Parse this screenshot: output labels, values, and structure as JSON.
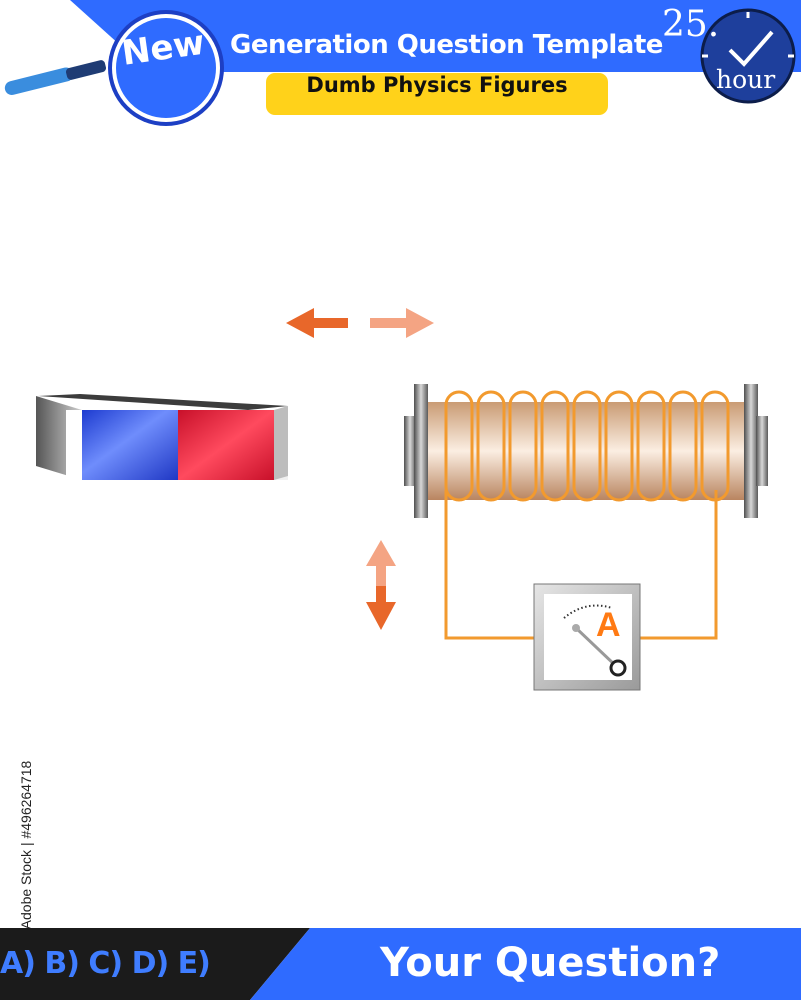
{
  "header": {
    "title": "Generation Question Template",
    "subtitle": "Dumb Physics Figures",
    "badge": "New",
    "clock_number": "25.",
    "clock_unit": "hour"
  },
  "watermark": "Adobe Stock | #496264718",
  "diagram": {
    "ammeter_label": "A",
    "magnet_colors": {
      "north": "#2a55e6",
      "south": "#e8283a"
    },
    "arrow_color": "#f07a3c",
    "wire_color": "#f29a2e"
  },
  "footer": {
    "options": "A) B) C) D) E)",
    "question": "Your Question?"
  },
  "colors": {
    "brand_blue": "#2f6bff",
    "highlight_yellow": "#ffd21a"
  }
}
